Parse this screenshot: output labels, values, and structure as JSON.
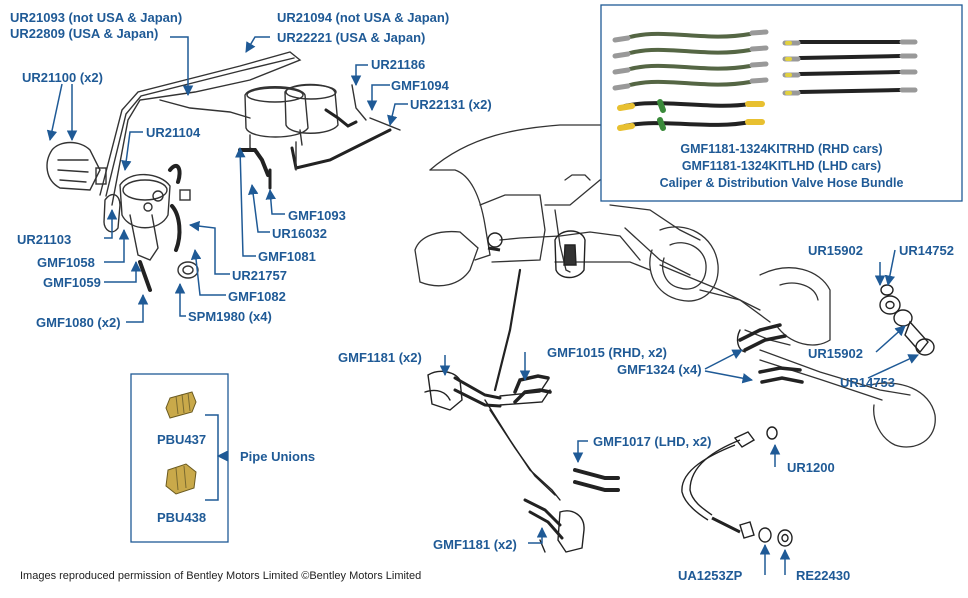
{
  "diagram": {
    "labels": {
      "ur21093": "UR21093 (not USA & Japan)",
      "ur22809": "UR22809 (USA & Japan)",
      "ur21094": "UR21094 (not USA & Japan)",
      "ur22221": "UR22221 (USA & Japan)",
      "ur21100": "UR21100 (x2)",
      "ur21186": "UR21186",
      "gmf1094": "GMF1094",
      "ur22131": "UR22131 (x2)",
      "ur21104": "UR21104",
      "ur21103": "UR21103",
      "gmf1058": "GMF1058",
      "gmf1059": "GMF1059",
      "gmf1080": "GMF1080 (x2)",
      "gmf1093": "GMF1093",
      "ur16032": "UR16032",
      "gmf1081": "GMF1081",
      "ur21757": "UR21757",
      "gmf1082": "GMF1082",
      "spm1980": "SPM1980 (x4)",
      "pbu437": "PBU437",
      "pbu438": "PBU438",
      "pipe_unions": "Pipe Unions",
      "gmf1181_top": "GMF1181 (x2)",
      "gmf1015": "GMF1015 (RHD, x2)",
      "gmf1324": "GMF1324 (x4)",
      "ur15902_top": "UR15902",
      "ur14752": "UR14752",
      "ur15902_bottom": "UR15902",
      "ur14753": "UR14753",
      "gmf1017": "GMF1017 (LHD, x2)",
      "ur1200": "UR1200",
      "gmf1181_bottom": "GMF1181 (x2)",
      "ua1253zp": "UA1253ZP",
      "re22430": "RE22430"
    },
    "kit_box": {
      "line1": "GMF1181-1324KITRHD (RHD cars)",
      "line2": "GMF1181-1324KITLHD (LHD cars)",
      "line3": "Caliper & Distribution Valve Hose Bundle"
    },
    "credit": "Images reproduced permission of Bentley Motors Limited ©Bentley Motors Limited",
    "colors": {
      "label": "#1f5a96",
      "box_border": "#1f5a96",
      "line_art": "#333333"
    }
  }
}
